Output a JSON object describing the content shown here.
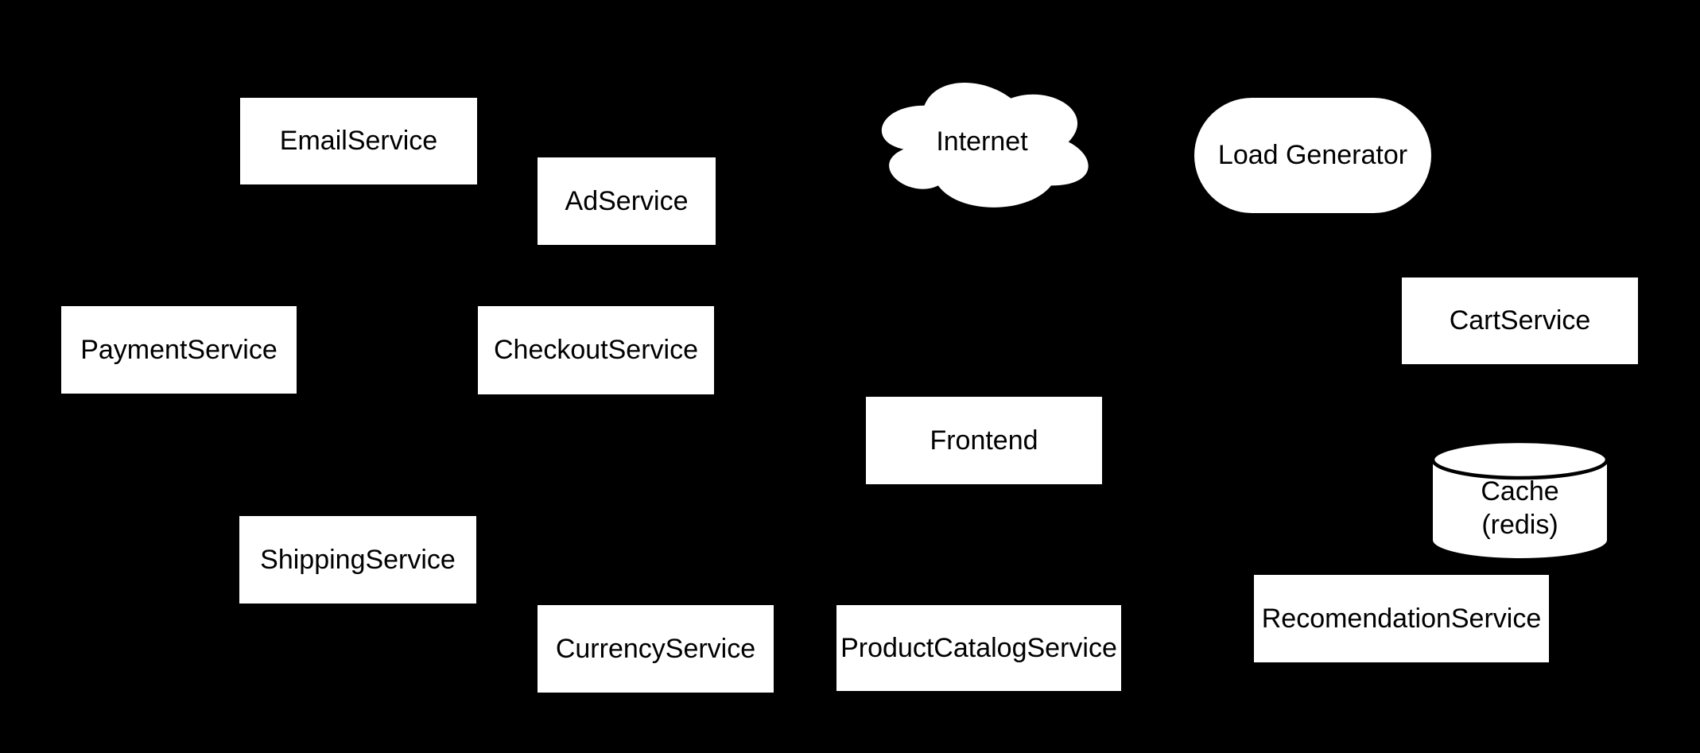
{
  "diagram": {
    "title": "microservices-architecture-diagram",
    "colors": {
      "background": "#000000",
      "node_fill": "#ffffff",
      "node_text": "#000000",
      "cylinder_lid_stroke": "#000000"
    },
    "nodes": {
      "email_service": {
        "label": "EmailService",
        "shape": "rect"
      },
      "ad_service": {
        "label": "AdService",
        "shape": "rect"
      },
      "internet": {
        "label": "Internet",
        "shape": "cloud"
      },
      "load_generator": {
        "label": "Load Generator",
        "shape": "rounded-rect"
      },
      "payment_service": {
        "label": "PaymentService",
        "shape": "rect"
      },
      "checkout_service": {
        "label": "CheckoutService",
        "shape": "rect"
      },
      "cart_service": {
        "label": "CartService",
        "shape": "rect"
      },
      "frontend": {
        "label": "Frontend",
        "shape": "rect"
      },
      "cache": {
        "label_line1": "Cache",
        "label_line2": "(redis)",
        "shape": "cylinder"
      },
      "shipping_service": {
        "label": "ShippingService",
        "shape": "rect"
      },
      "currency_service": {
        "label": "CurrencyService",
        "shape": "rect"
      },
      "product_catalog_service": {
        "label": "ProductCatalogService",
        "shape": "rect"
      },
      "recomendation_service": {
        "label": "RecomendationService",
        "shape": "rect"
      }
    }
  }
}
